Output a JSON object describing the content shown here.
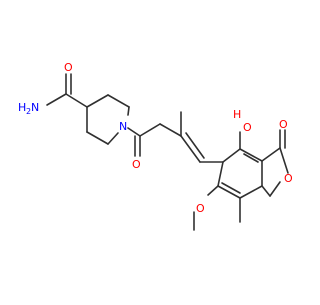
{
  "colors": {
    "bond": "#303030",
    "oxygen": "#ff0000",
    "nitrogen": "#0000ff",
    "carbon_label": "#303030",
    "background": "#ffffff"
  },
  "labels": {
    "amide_n": "H",
    "amide_n_sub": "2",
    "amide_n_atom": "N",
    "amide_o": "O",
    "ring_n": "N",
    "ketone_o": "O",
    "hydroxyl_o": "O",
    "hydroxyl_h": "H",
    "lactone_co": "O",
    "lactone_ring_o": "O",
    "methoxy_o": "O"
  }
}
